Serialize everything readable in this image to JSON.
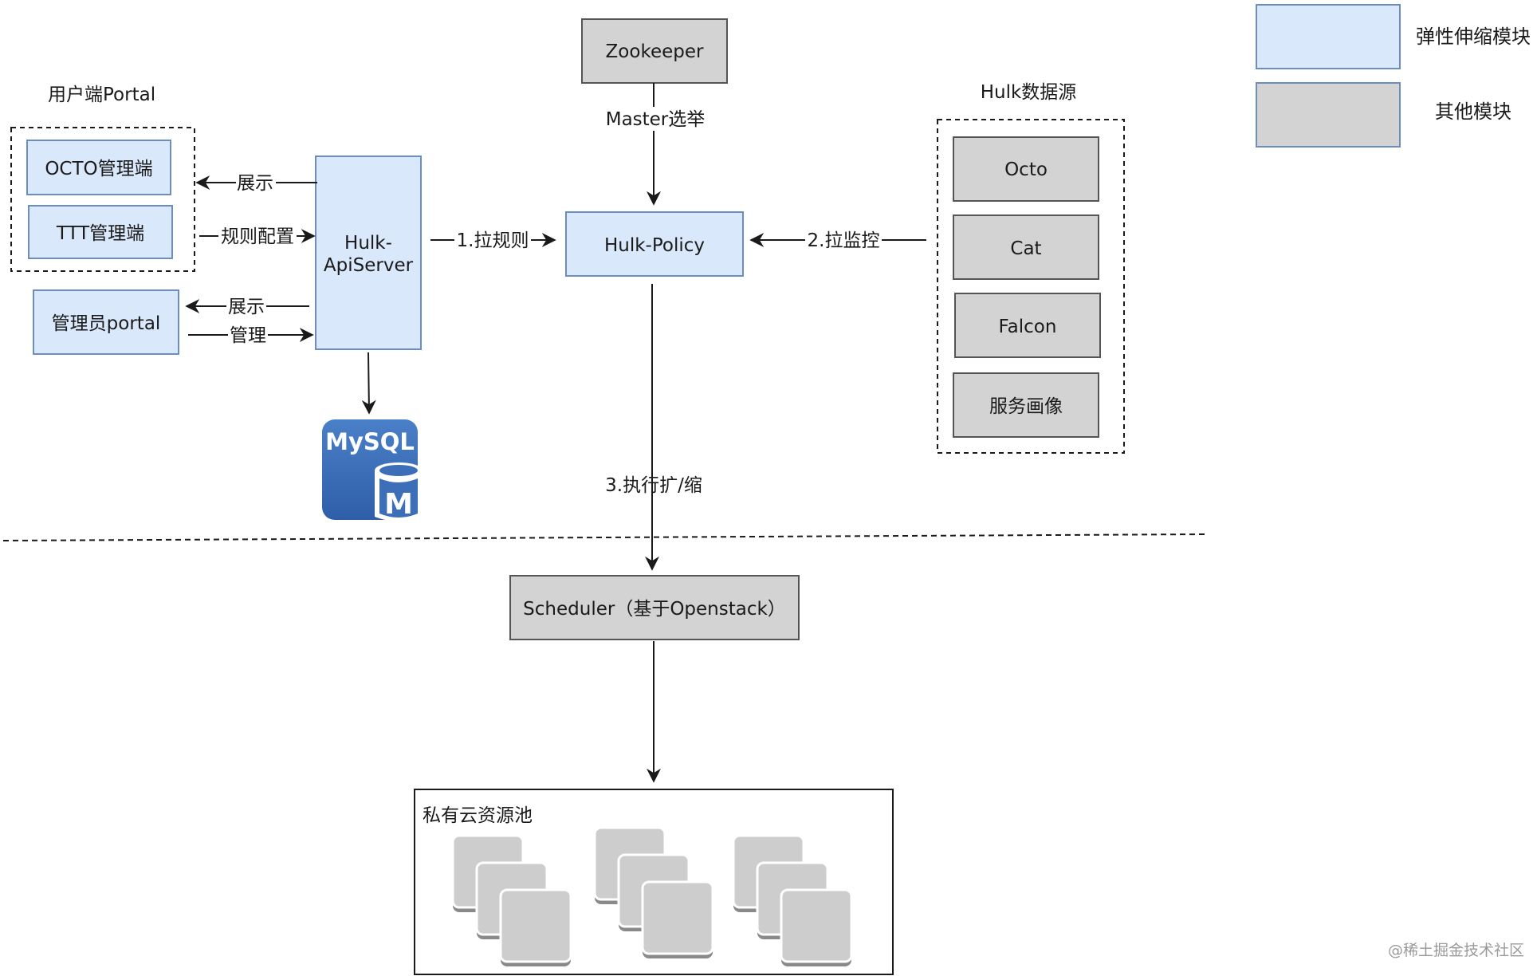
{
  "colors": {
    "elastic_fill": "#dae8fc",
    "elastic_stroke": "#6c8ebf",
    "other_fill": "#d3d3d3",
    "other_stroke": "#555555",
    "line": "#1a1a1a",
    "mysql_blue": "#3c6fb8"
  },
  "legend": {
    "elastic": "弹性伸缩模块",
    "other": "其他模块"
  },
  "user_portal": {
    "title": "用户端Portal",
    "octo": "OCTO管理端",
    "ttt": "TTT管理端"
  },
  "admin_portal": "管理员portal",
  "api_server": {
    "line1": "Hulk-",
    "line2": "ApiServer"
  },
  "mysql": {
    "text": "MySQL",
    "badge": "M"
  },
  "zookeeper": "Zookeeper",
  "master_election": "Master选举",
  "policy": "Hulk-Policy",
  "datasource": {
    "title": "Hulk数据源",
    "items": [
      "Octo",
      "Cat",
      "Falcon",
      "服务画像"
    ]
  },
  "edges": {
    "show1": "展示",
    "rule_config": "规则配置",
    "show2": "展示",
    "manage": "管理",
    "pull_rules": "1.拉规则",
    "pull_monitor": "2.拉监控",
    "execute": "3.执行扩/缩"
  },
  "scheduler": "Scheduler（基于Openstack）",
  "pool": {
    "title": "私有云资源池"
  },
  "watermark": "@稀土掘金技术社区"
}
